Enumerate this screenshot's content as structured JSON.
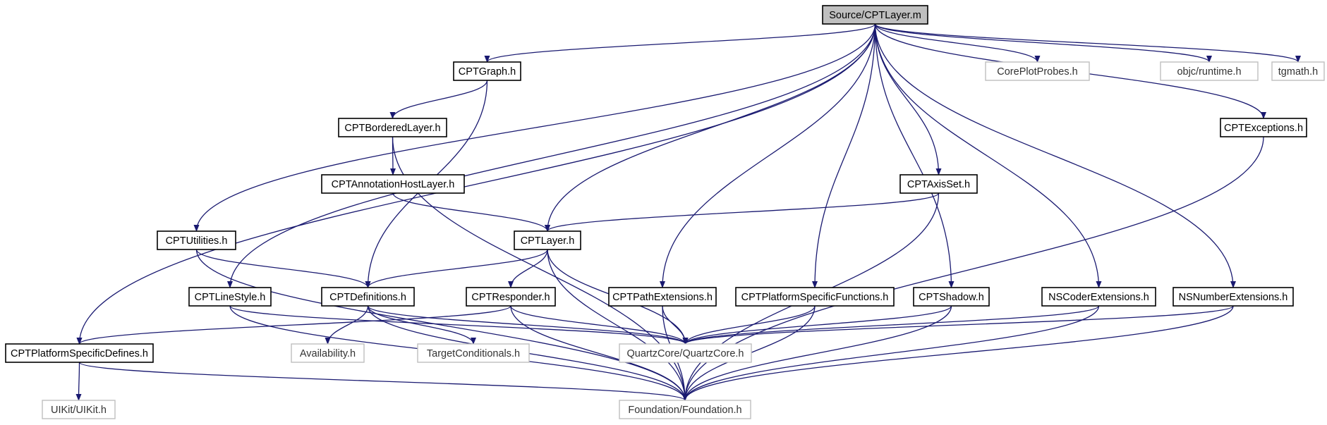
{
  "nodes": [
    {
      "id": "layer_m",
      "label": "Source/CPTLayer.m",
      "kind": "root"
    },
    {
      "id": "graph",
      "label": "CPTGraph.h",
      "kind": "project"
    },
    {
      "id": "probes",
      "label": "CorePlotProbes.h",
      "kind": "external"
    },
    {
      "id": "runtime",
      "label": "objc/runtime.h",
      "kind": "external"
    },
    {
      "id": "tgmath",
      "label": "tgmath.h",
      "kind": "external"
    },
    {
      "id": "bordered",
      "label": "CPTBorderedLayer.h",
      "kind": "project"
    },
    {
      "id": "exceptions",
      "label": "CPTExceptions.h",
      "kind": "project"
    },
    {
      "id": "annot",
      "label": "CPTAnnotationHostLayer.h",
      "kind": "project"
    },
    {
      "id": "axisset",
      "label": "CPTAxisSet.h",
      "kind": "project"
    },
    {
      "id": "utilities",
      "label": "CPTUtilities.h",
      "kind": "project"
    },
    {
      "id": "layer_h",
      "label": "CPTLayer.h",
      "kind": "project"
    },
    {
      "id": "linestyle",
      "label": "CPTLineStyle.h",
      "kind": "project"
    },
    {
      "id": "defs",
      "label": "CPTDefinitions.h",
      "kind": "project"
    },
    {
      "id": "responder",
      "label": "CPTResponder.h",
      "kind": "project"
    },
    {
      "id": "pathext",
      "label": "CPTPathExtensions.h",
      "kind": "project"
    },
    {
      "id": "platfunc",
      "label": "CPTPlatformSpecificFunctions.h",
      "kind": "project"
    },
    {
      "id": "shadow",
      "label": "CPTShadow.h",
      "kind": "project"
    },
    {
      "id": "nscoder",
      "label": "NSCoderExtensions.h",
      "kind": "project"
    },
    {
      "id": "nsnumber",
      "label": "NSNumberExtensions.h",
      "kind": "project"
    },
    {
      "id": "platdefines",
      "label": "CPTPlatformSpecificDefines.h",
      "kind": "project"
    },
    {
      "id": "availability",
      "label": "Availability.h",
      "kind": "external"
    },
    {
      "id": "targetcond",
      "label": "TargetConditionals.h",
      "kind": "external"
    },
    {
      "id": "quartz",
      "label": "QuartzCore/QuartzCore.h",
      "kind": "external"
    },
    {
      "id": "uikit",
      "label": "UIKit/UIKit.h",
      "kind": "external"
    },
    {
      "id": "foundation",
      "label": "Foundation/Foundation.h",
      "kind": "external"
    }
  ],
  "edges": [
    [
      "layer_m",
      "graph"
    ],
    [
      "layer_m",
      "probes"
    ],
    [
      "layer_m",
      "runtime"
    ],
    [
      "layer_m",
      "tgmath"
    ],
    [
      "layer_m",
      "exceptions"
    ],
    [
      "layer_m",
      "axisset"
    ],
    [
      "layer_m",
      "utilities"
    ],
    [
      "layer_m",
      "layer_h"
    ],
    [
      "layer_m",
      "linestyle"
    ],
    [
      "layer_m",
      "pathext"
    ],
    [
      "layer_m",
      "platfunc"
    ],
    [
      "layer_m",
      "shadow"
    ],
    [
      "layer_m",
      "nscoder"
    ],
    [
      "layer_m",
      "nsnumber"
    ],
    [
      "layer_m",
      "platdefines"
    ],
    [
      "graph",
      "bordered"
    ],
    [
      "graph",
      "defs"
    ],
    [
      "bordered",
      "annot"
    ],
    [
      "bordered",
      "foundation"
    ],
    [
      "annot",
      "layer_h"
    ],
    [
      "axisset",
      "layer_h"
    ],
    [
      "axisset",
      "foundation"
    ],
    [
      "exceptions",
      "foundation"
    ],
    [
      "utilities",
      "defs"
    ],
    [
      "utilities",
      "foundation"
    ],
    [
      "layer_h",
      "defs"
    ],
    [
      "layer_h",
      "responder"
    ],
    [
      "layer_h",
      "quartz"
    ],
    [
      "layer_h",
      "foundation"
    ],
    [
      "linestyle",
      "quartz"
    ],
    [
      "linestyle",
      "foundation"
    ],
    [
      "defs",
      "availability"
    ],
    [
      "defs",
      "targetcond"
    ],
    [
      "defs",
      "quartz"
    ],
    [
      "defs",
      "foundation"
    ],
    [
      "responder",
      "platdefines"
    ],
    [
      "responder",
      "quartz"
    ],
    [
      "responder",
      "foundation"
    ],
    [
      "pathext",
      "quartz"
    ],
    [
      "pathext",
      "foundation"
    ],
    [
      "platfunc",
      "quartz"
    ],
    [
      "platfunc",
      "foundation"
    ],
    [
      "shadow",
      "quartz"
    ],
    [
      "shadow",
      "foundation"
    ],
    [
      "nscoder",
      "quartz"
    ],
    [
      "nscoder",
      "foundation"
    ],
    [
      "nsnumber",
      "quartz"
    ],
    [
      "nsnumber",
      "foundation"
    ],
    [
      "platdefines",
      "uikit"
    ],
    [
      "platdefines",
      "foundation"
    ]
  ]
}
